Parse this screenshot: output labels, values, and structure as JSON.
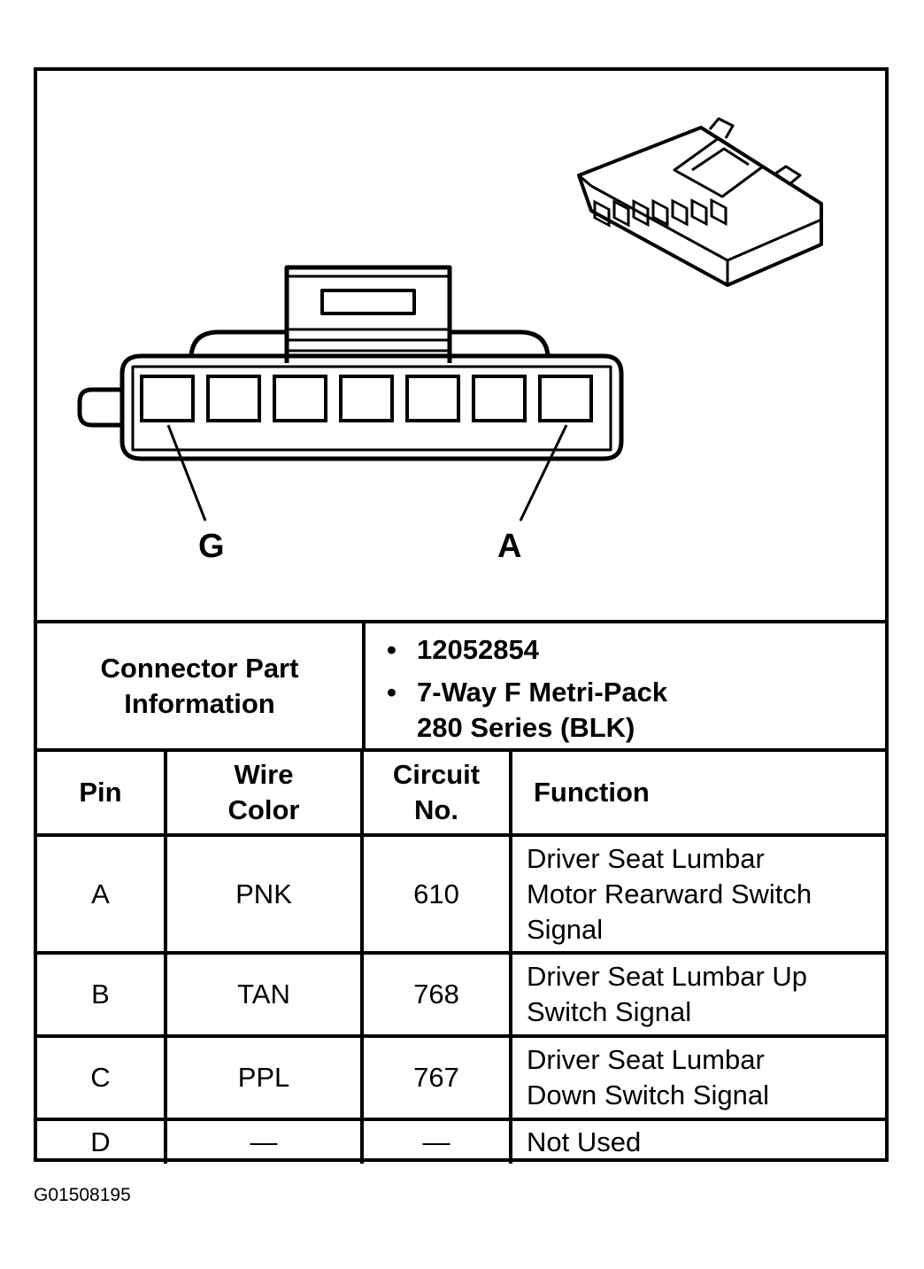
{
  "diagram": {
    "pin_label_left": "G",
    "pin_label_right": "A",
    "cavity_count": 7
  },
  "connector_info": {
    "label": "Connector Part\nInformation",
    "items": [
      "12052854",
      "7-Way F Metri-Pack\n280 Series (BLK)"
    ]
  },
  "pin_table": {
    "headers": [
      "Pin",
      "Wire\nColor",
      "Circuit\nNo.",
      "Function"
    ],
    "rows": [
      {
        "pin": "A",
        "color": "PNK",
        "circuit": "610",
        "function": "Driver Seat Lumbar\nMotor Rearward Switch\nSignal"
      },
      {
        "pin": "B",
        "color": "TAN",
        "circuit": "768",
        "function": "Driver Seat Lumbar Up\nSwitch Signal"
      },
      {
        "pin": "C",
        "color": "PPL",
        "circuit": "767",
        "function": "Driver Seat Lumbar\nDown Switch Signal"
      },
      {
        "pin": "D",
        "color": "—",
        "circuit": "—",
        "function": "Not Used"
      }
    ]
  },
  "figure_id": "G01508195"
}
